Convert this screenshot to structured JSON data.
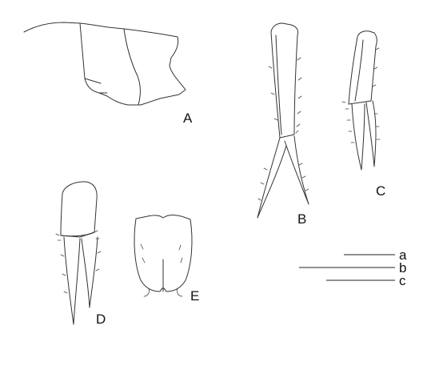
{
  "figure_labels": {
    "A": "A",
    "B": "B",
    "C": "C",
    "D": "D",
    "E": "E"
  },
  "scale_bars": {
    "a": "a",
    "b": "b",
    "c": "c"
  },
  "colors": {
    "line": "#333333",
    "background": "#ffffff"
  }
}
